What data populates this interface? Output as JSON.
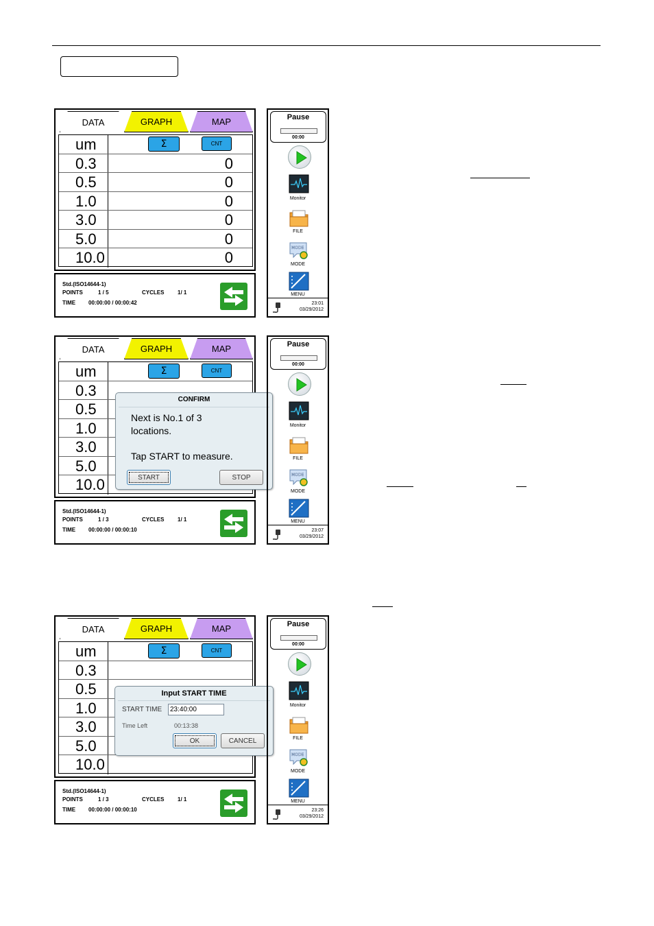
{
  "screens": [
    {
      "tabs": [
        "DATA",
        "GRAPH",
        "MAP"
      ],
      "header": {
        "size_label": "um",
        "sigma_label": "Σ",
        "cnt_label": "CNT"
      },
      "rows": [
        {
          "size": "0.3",
          "value": "0"
        },
        {
          "size": "0.5",
          "value": "0"
        },
        {
          "size": "1.0",
          "value": "0"
        },
        {
          "size": "3.0",
          "value": "0"
        },
        {
          "size": "5.0",
          "value": "0"
        },
        {
          "size": "10.0",
          "value": "0"
        }
      ],
      "info": {
        "standard": "Std.(ISO14644-1)",
        "points_label": "POINTS",
        "points_value": "1 / 5",
        "cycles_label": "CYCLES",
        "cycles_value": "1/ 1",
        "time_label": "TIME",
        "time_value": "00:00:00 / 00:00:42"
      },
      "side": {
        "pause_label": "Pause",
        "pause_time": "00:00",
        "monitor_label": "Monitor",
        "file_label": "FILE",
        "mode_label": "MODE",
        "menu_label": "MENU",
        "clock_time": "23:01",
        "clock_date": "03/29/2012"
      }
    },
    {
      "tabs": [
        "DATA",
        "GRAPH",
        "MAP"
      ],
      "header": {
        "size_label": "um",
        "sigma_label": "Σ",
        "cnt_label": "CNT"
      },
      "rows": [
        {
          "size": "0.3",
          "value": ""
        },
        {
          "size": "0.5",
          "value": ""
        },
        {
          "size": "1.0",
          "value": ""
        },
        {
          "size": "3.0",
          "value": ""
        },
        {
          "size": "5.0",
          "value": ""
        },
        {
          "size": "10.0",
          "value": ""
        }
      ],
      "info": {
        "standard": "Std.(ISO14644-1)",
        "points_label": "POINTS",
        "points_value": "1 / 3",
        "cycles_label": "CYCLES",
        "cycles_value": "1/ 1",
        "time_label": "TIME",
        "time_value": "00:00:00 / 00:00:10"
      },
      "side": {
        "pause_label": "Pause",
        "pause_time": "00:00",
        "monitor_label": "Monitor",
        "file_label": "FILE",
        "mode_label": "MODE",
        "menu_label": "MENU",
        "clock_time": "23:07",
        "clock_date": "03/29/2012"
      },
      "dialog": {
        "title": "CONFIRM",
        "line1": "Next is No.1 of 3",
        "line2": "locations.",
        "line3": "Tap START to measure.",
        "start_label": "START",
        "stop_label": "STOP"
      }
    },
    {
      "tabs": [
        "DATA",
        "GRAPH",
        "MAP"
      ],
      "header": {
        "size_label": "um",
        "sigma_label": "Σ",
        "cnt_label": "CNT"
      },
      "rows": [
        {
          "size": "0.3",
          "value": ""
        },
        {
          "size": "0.5",
          "value": ""
        },
        {
          "size": "1.0",
          "value": ""
        },
        {
          "size": "3.0",
          "value": ""
        },
        {
          "size": "5.0",
          "value": ""
        },
        {
          "size": "10.0",
          "value": ""
        }
      ],
      "info": {
        "standard": "Std.(ISO14644-1)",
        "points_label": "POINTS",
        "points_value": "1 / 3",
        "cycles_label": "CYCLES",
        "cycles_value": "1/ 1",
        "time_label": "TIME",
        "time_value": "00:00:00 / 00:00:10"
      },
      "side": {
        "pause_label": "Pause",
        "pause_time": "00:00",
        "monitor_label": "Monitor",
        "file_label": "FILE",
        "mode_label": "MODE",
        "menu_label": "MENU",
        "clock_time": "23:26",
        "clock_date": "03/29/2012"
      },
      "dialog": {
        "title": "Input START TIME",
        "start_time_label": "START TIME",
        "start_time_value": "23:40:00",
        "time_left_label": "Time Left",
        "time_left_value": "00:13:38",
        "ok_label": "OK",
        "cancel_label": "CANCEL"
      }
    }
  ],
  "colors": {
    "graph_tab": "#f2f200",
    "map_tab": "#c79cf0",
    "button_blue": "#2ba4e6",
    "swap_green": "#2a9d2a"
  }
}
